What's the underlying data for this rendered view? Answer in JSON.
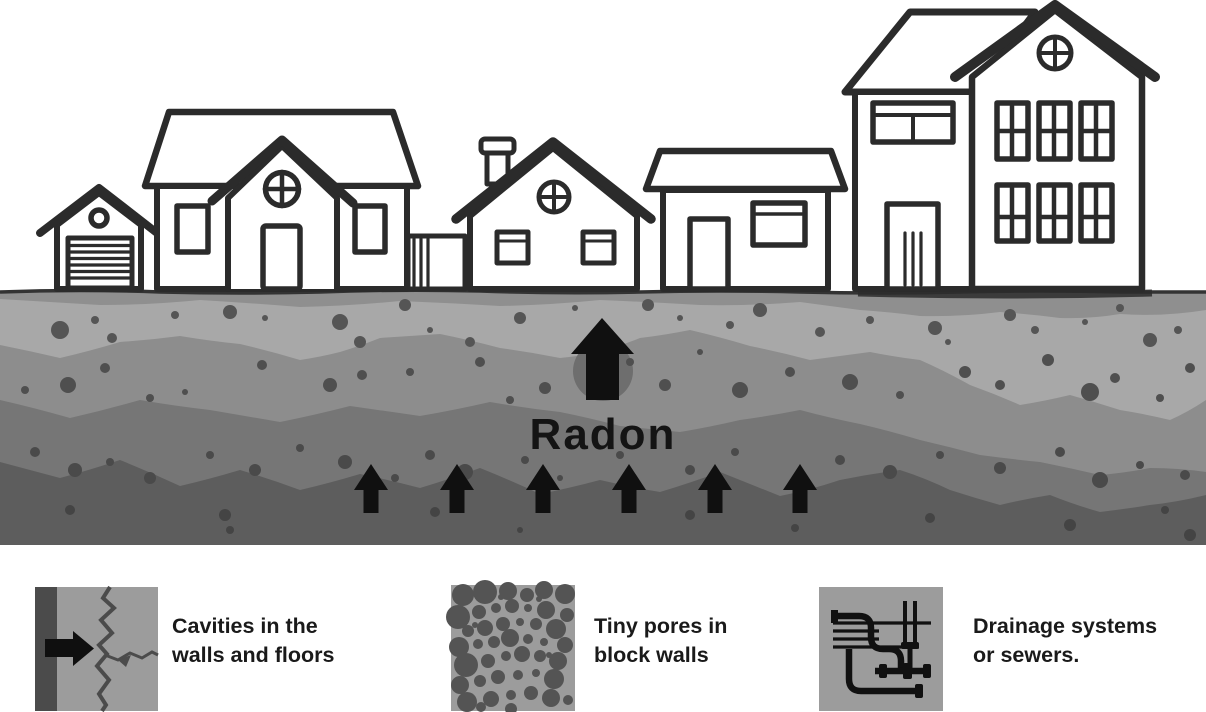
{
  "scene": {
    "radon_label": "Radon",
    "illustration": {
      "houses": [
        "garage",
        "family-house",
        "cottage",
        "bungalow",
        "two-story-house"
      ],
      "small_arrow_count": 6,
      "big_arrow_count": 1
    },
    "colors": {
      "outline": "#2b2b2b",
      "arrow_black": "#101010",
      "soil_layer_1": "#a8a8a8",
      "soil_layer_2": "#8d8d8d",
      "soil_layer_3": "#767676",
      "soil_layer_4": "#5d5d5d",
      "soil_fringe": "#8f8f8f",
      "speckle_dark": "#4b4b4b",
      "icon_background": "#9c9c9c",
      "icon_dark": "#4b4b4b",
      "text": "#1a1a1a"
    }
  },
  "legend": {
    "items": [
      {
        "icon": "wall-crack-arrow-icon",
        "lines": [
          "Cavities in the",
          "walls and floors"
        ]
      },
      {
        "icon": "pores-icon",
        "lines": [
          "Tiny pores in",
          "block walls"
        ]
      },
      {
        "icon": "pipes-icon",
        "lines": [
          "Drainage systems",
          "or sewers."
        ]
      }
    ]
  }
}
